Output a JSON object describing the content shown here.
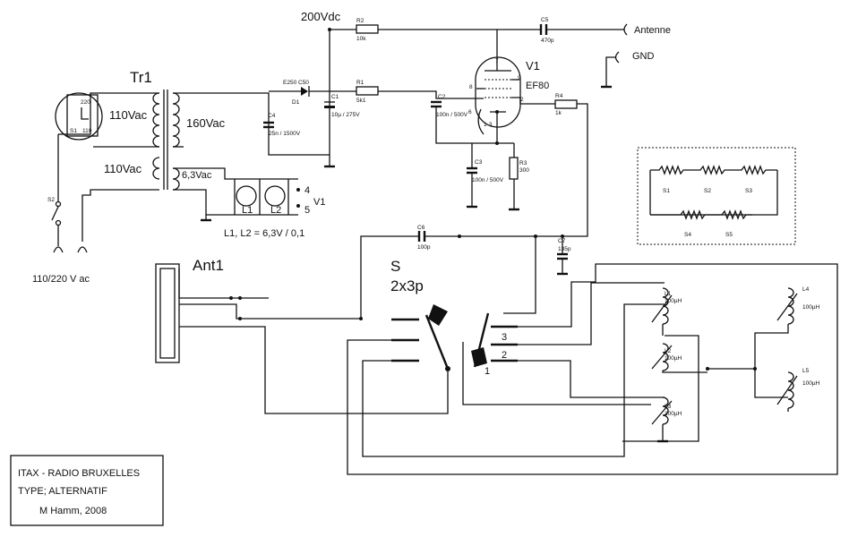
{
  "supply": {
    "voltage": "200Vdc"
  },
  "transformer": {
    "name": "Tr1",
    "primary_a": "110Vac",
    "primary_b": "110Vac",
    "secondary": "160Vac",
    "heater": "6,3Vac",
    "selector_220": "220",
    "selector_110": "110",
    "selector_name": "S1"
  },
  "mains": {
    "switch": "S2",
    "label": "110/220 V ac"
  },
  "lamps": {
    "l1": "L1",
    "l2": "L2",
    "pin4": "4",
    "pin5": "5",
    "tube": "V1",
    "note": "L1, L2 = 6,3V / 0,1"
  },
  "components": {
    "r2": {
      "name": "R2",
      "value": "10k"
    },
    "r1": {
      "name": "R1",
      "value": "5k1"
    },
    "r3": {
      "name": "R3",
      "value": "300"
    },
    "r4": {
      "name": "R4",
      "value": "1k"
    },
    "c1": {
      "name": "C1",
      "value": "10µ / 275V"
    },
    "c2": {
      "name": "C2",
      "value": "100n / 500V"
    },
    "c3": {
      "name": "C3",
      "value": "100n / 500V"
    },
    "c4": {
      "name": "C4",
      "value": "25n / 1500V"
    },
    "c5": {
      "name": "C5",
      "value": "470p"
    },
    "c6": {
      "name": "C6",
      "value": "100p"
    },
    "c7": {
      "name": "C7",
      "value": "135p"
    },
    "d1": {
      "name": "D1",
      "type": "E250 C50"
    }
  },
  "tube": {
    "name": "V1",
    "type": "EF80",
    "pin7": "7",
    "pin8": "8",
    "pin9": "9",
    "pin2": "2",
    "pin6": "6",
    "pin13": "1-3"
  },
  "antenna": {
    "label": "Antenne",
    "gnd": "GND",
    "loop": "Ant1"
  },
  "selector": {
    "name": "S",
    "type": "2x3p",
    "pos1": "1",
    "pos2": "2",
    "pos3": "3"
  },
  "coils": {
    "l1": {
      "name": "L1",
      "value": "100µH"
    },
    "l2": {
      "name": "L2",
      "value": "100µH"
    },
    "l3": {
      "name": "L3",
      "value": "100µH"
    },
    "l4": {
      "name": "L4",
      "value": "100µH"
    },
    "l5": {
      "name": "L5",
      "value": "100µH"
    }
  },
  "legend_box": {
    "s1": "S1",
    "s2": "S2",
    "s3": "S3",
    "s4": "S4",
    "s5": "S5"
  },
  "title_block": {
    "line1": "ITAX - RADIO BRUXELLES",
    "line2": "TYPE;  ALTERNATIF",
    "line3": "M Hamm, 2008"
  },
  "colors": {
    "ink": "#111111",
    "paper": "#ffffff"
  }
}
